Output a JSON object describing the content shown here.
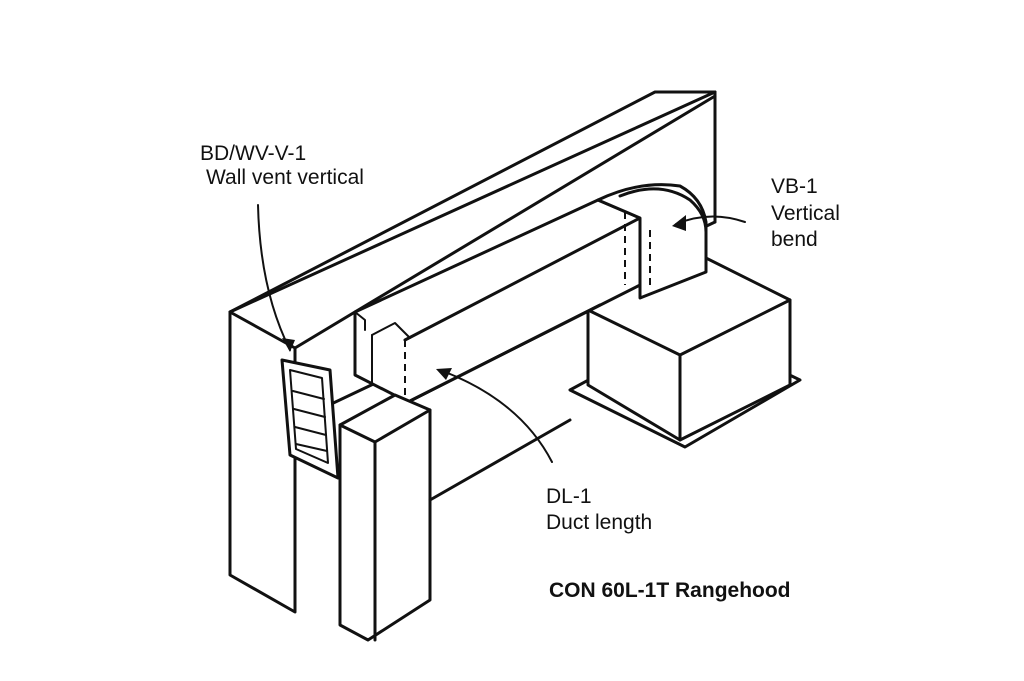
{
  "labels": {
    "wall_vent": {
      "code": "BD/WV-V-1",
      "name": "Wall vent vertical"
    },
    "vertical_bend": {
      "code": "VB-1",
      "name_line1": "Vertical",
      "name_line2": "bend"
    },
    "duct_length": {
      "code": "DL-1",
      "name": "Duct length"
    }
  },
  "caption": "CON 60L-1T Rangehood"
}
